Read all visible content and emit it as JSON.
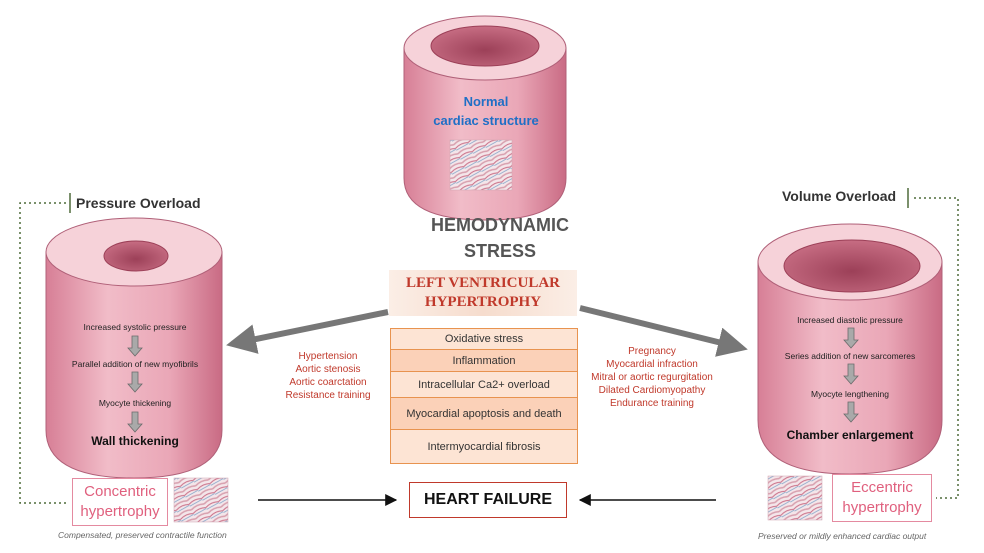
{
  "center": {
    "normal_label_line1": "Normal",
    "normal_label_line2": "cardiac structure",
    "stress_line1": "HEMODYNAMIC",
    "stress_line2": "STRESS",
    "lvh_line1": "LEFT VENTRICULAR",
    "lvh_line2": "HYPERTROPHY",
    "mechanisms": [
      "Oxidative stress",
      "Inflammation",
      "Intracellular Ca2+ overload",
      "Myocardial apoptosis and death",
      "Intermyocardial fibrosis"
    ],
    "heart_failure": "HEART FAILURE"
  },
  "left": {
    "title": "Pressure Overload",
    "causes": [
      "Hypertension",
      "Aortic stenosis",
      "Aortic coarctation",
      "Resistance training"
    ],
    "steps": [
      "Increased systolic pressure",
      "Parallel addition of new myofibrils",
      "Myocyte thickening"
    ],
    "result": "Wall thickening",
    "hypertrophy_line1": "Concentric",
    "hypertrophy_line2": "hypertrophy",
    "note": "Compensated, preserved contractile function"
  },
  "right": {
    "title": "Volume Overload",
    "causes": [
      "Pregnancy",
      "Myocardial infraction",
      "Mitral or aortic regurgitation",
      "Dilated Cardiomyopathy",
      "Endurance training"
    ],
    "steps": [
      "Increased diastolic pressure",
      "Series addition of new sarcomeres",
      "Myocyte lengthening"
    ],
    "result": "Chamber enlargement",
    "hypertrophy_line1": "Eccentric",
    "hypertrophy_line2": "hypertrophy",
    "note": "Preserved or mildly enhanced cardiac output"
  },
  "colors": {
    "heart_body": "#e8a2b2",
    "heart_top": "#f6d2d9",
    "cavity": "#b0566c",
    "red_text": "#c0392b",
    "blue_text": "#1f6fc6",
    "mech_border": "#e8934f",
    "arrow_gray": "#777777",
    "dotted_green": "#4f6b3a"
  }
}
